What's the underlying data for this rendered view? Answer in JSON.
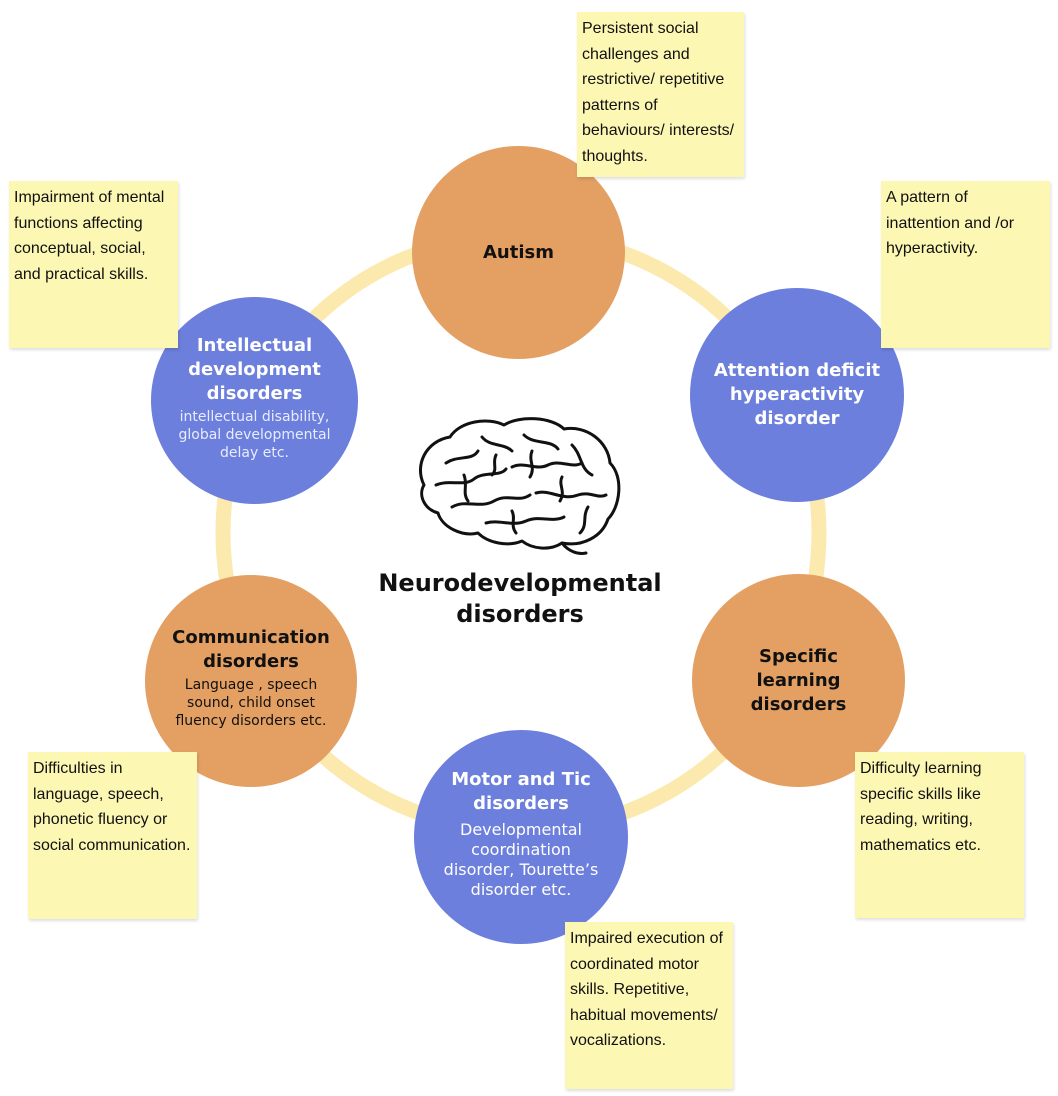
{
  "center": {
    "title": "Neurodevelopmental disorders"
  },
  "colors": {
    "orange": "#e4a063",
    "blue": "#6c7fdc",
    "ring": "#fbe9ad",
    "note": "#fdf7b4"
  },
  "disorders": [
    {
      "title": "Autism",
      "subtitle": "",
      "note": "Persistent social challenges and restrictive/ repetitive patterns of behaviours/ interests/ thoughts."
    },
    {
      "title": "Attention deficit hyperactivity disorder",
      "subtitle": "",
      "note": "A pattern of inattention and /or hyperactivity."
    },
    {
      "title": "Specific learning disorders",
      "subtitle": "",
      "note": "Difficulty learning specific skills like reading, writing, mathematics etc."
    },
    {
      "title": "Motor and Tic disorders",
      "subtitle": "Developmental coordination disorder, Tourette’s disorder etc.",
      "note": "Impaired execution of coordinated motor skills. Repetitive, habitual movements/ vocalizations."
    },
    {
      "title": "Communication disorders",
      "subtitle": "Language , speech sound, child onset fluency disorders etc.",
      "note": "Difficulties in language, speech, phonetic fluency or social communication."
    },
    {
      "title": "Intellectual development disorders",
      "subtitle": "intellectual disability, global developmental delay etc.",
      "note": "Impairment of mental functions affecting conceptual, social, and practical skills."
    }
  ]
}
